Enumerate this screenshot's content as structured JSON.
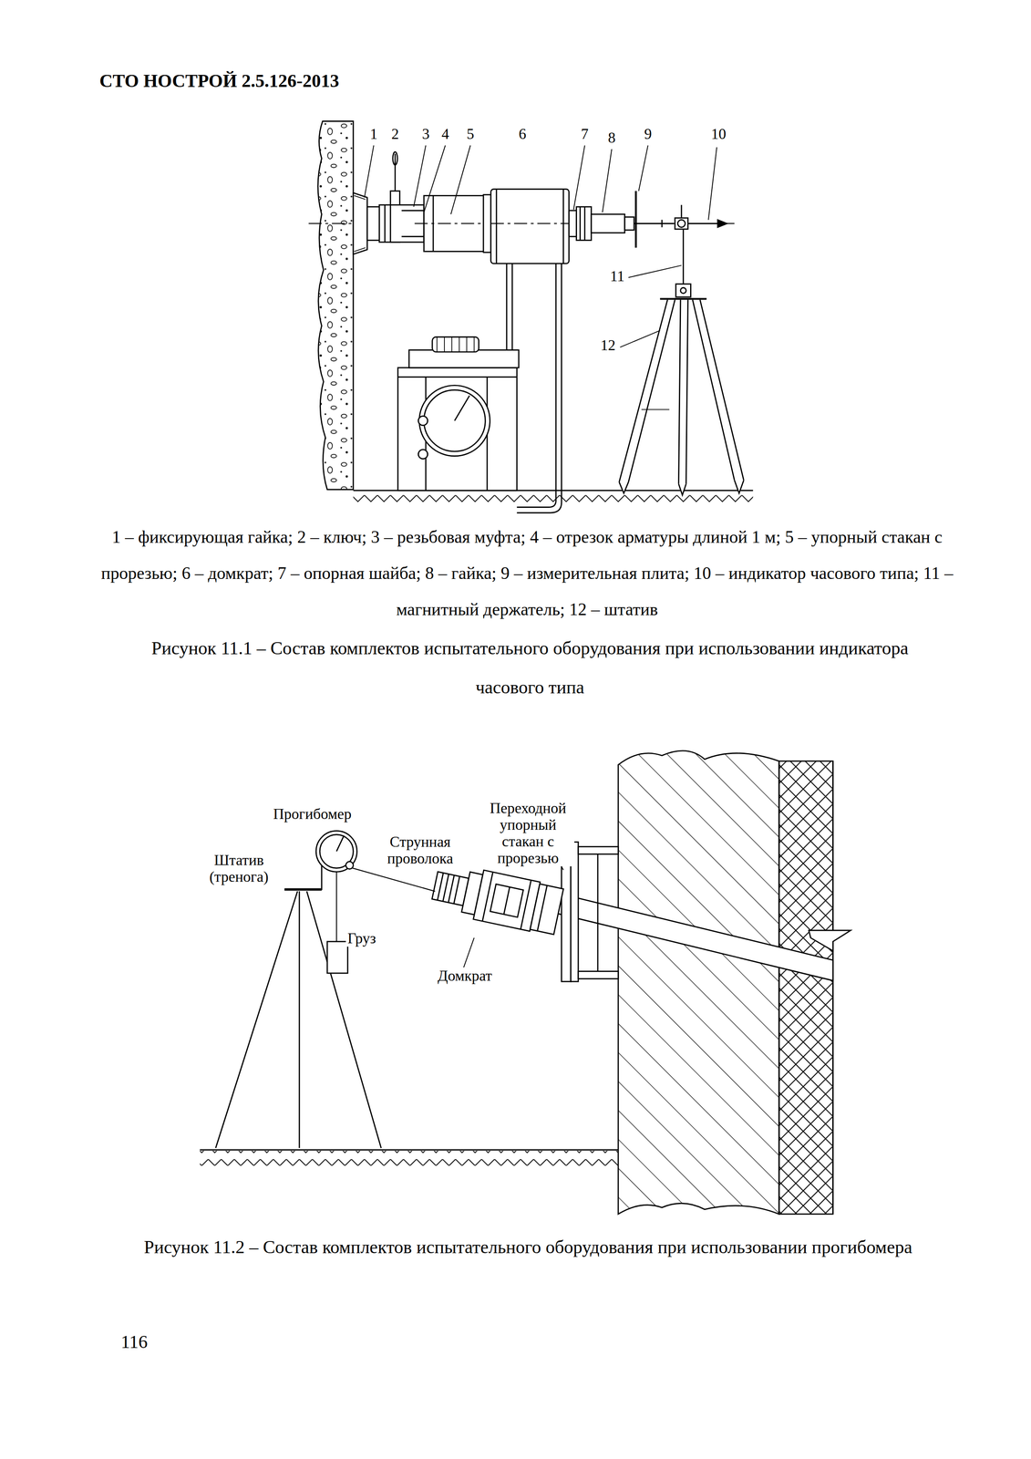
{
  "diagram": {
    "title": "СТО НОСТРОЙ 2.5.126-2013",
    "labels": [
      "1",
      "2",
      "3",
      "4",
      "5",
      "6",
      "7",
      "8",
      "9",
      "10",
      "11",
      "12",
      "1 – фиксирующая гайка; 2 – ключ; 3 – резьбовая муфта; 4 – отрезок арматуры длиной 1 м; 5 – упорный стакан с прорезью; 6 – домкрат; 7 – опорная шайба; 8 – гайка; 9 – измерительная плита; 10 – индикатор часового типа; 11 – магнитный держатель; 12 – штатив",
      "Рисунок 11.1 – Состав комплектов испытательного оборудования при использовании индикатора часового типа",
      "Прогибомер",
      "Штатив (тренога)",
      "Струнная проволока",
      "Переходной упорный стакан с прорезью",
      "Груз",
      "Домкрат",
      "Рисунок 11.2 – Состав комплектов испытательного оборудования при использовании прогибомера",
      "116"
    ]
  }
}
